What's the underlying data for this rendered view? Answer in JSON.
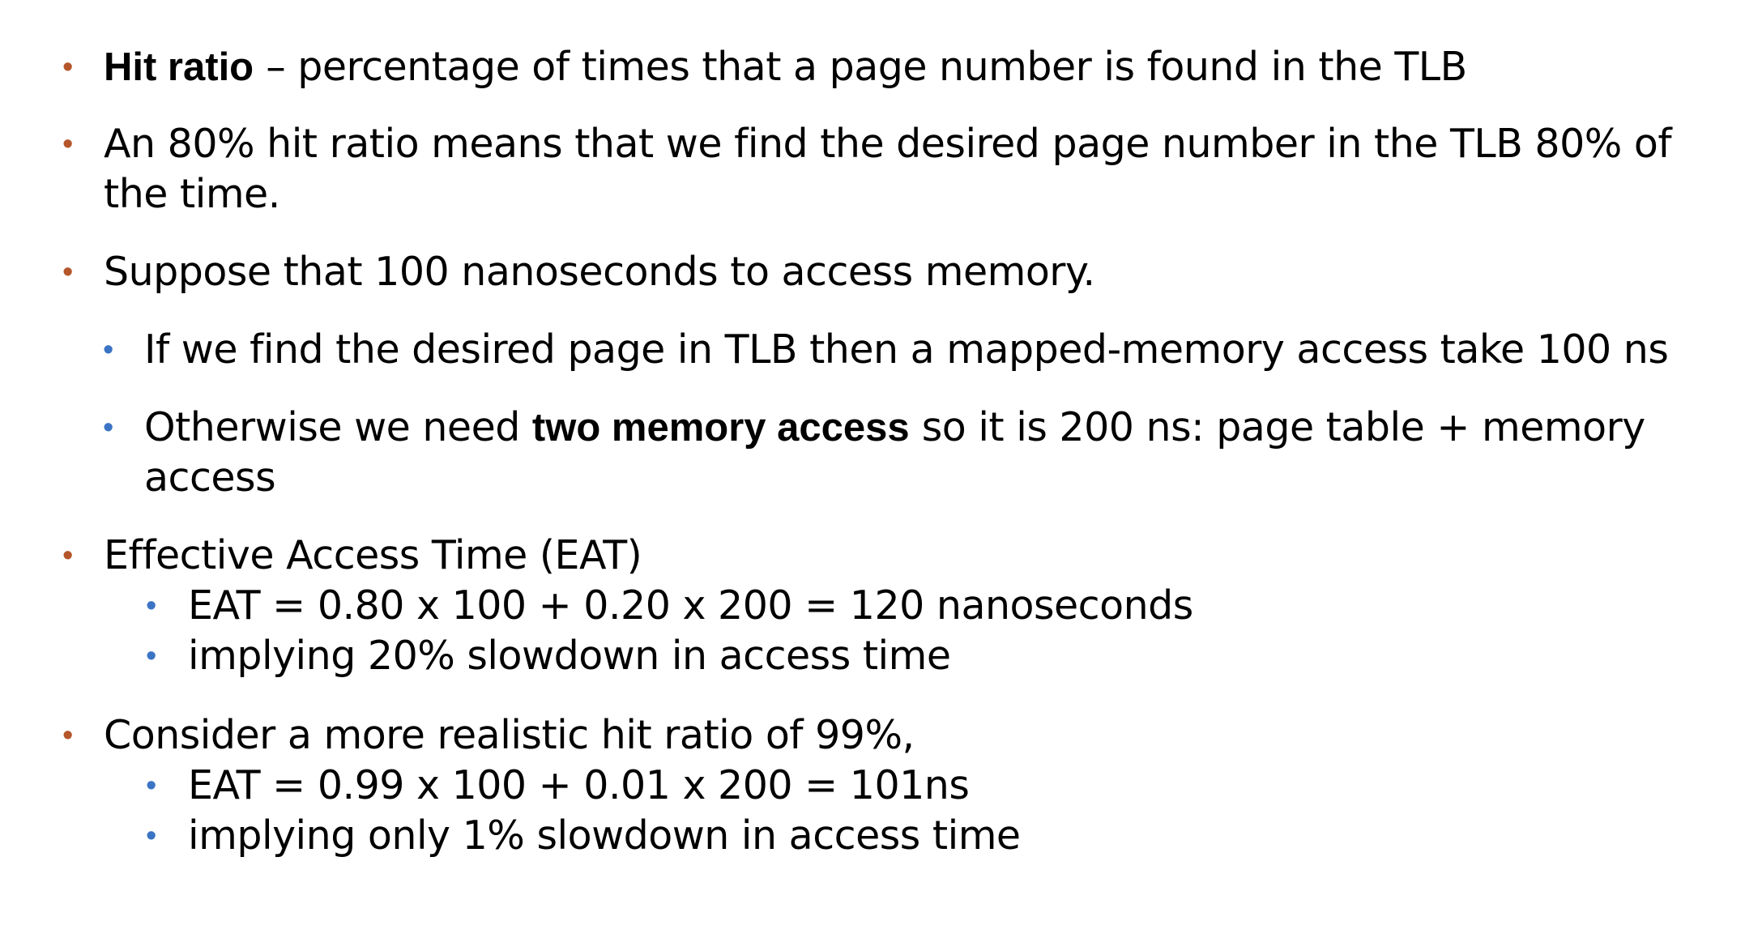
{
  "colors": {
    "bullet_level1": "#b5562a",
    "bullet_level2": "#3b74c4",
    "text": "#000000",
    "background": "#ffffff"
  },
  "bullet_glyph": "•",
  "items": {
    "hit_ratio": {
      "term": "Hit ratio",
      "rest": " – percentage of times that a page number is found in the TLB"
    },
    "eighty": {
      "line1": "An 80% hit ratio means that we find the desired page number in the TLB 80% of",
      "line2": "the time."
    },
    "suppose": "Suppose that 100 nanoseconds to access memory.",
    "if_found": "If we find the desired page in TLB then a mapped-memory access take 100 ns",
    "otherwise": {
      "prefix": "Otherwise we need ",
      "bold": "two memory access",
      "suffix": " so it is 200 ns: page table + memory",
      "line2": "access"
    },
    "eat": {
      "heading": "Effective Access Time (EAT)",
      "formula": "EAT = 0.80 x 100 + 0.20 x 200 = 120 nanoseconds",
      "implication": " implying 20% slowdown in access time"
    },
    "realistic": {
      "heading": "Consider a more realistic hit ratio of 99%,",
      "formula": "EAT = 0.99 x 100 + 0.01 x 200 = 101ns",
      "implication": "implying only 1% slowdown in access time"
    }
  }
}
